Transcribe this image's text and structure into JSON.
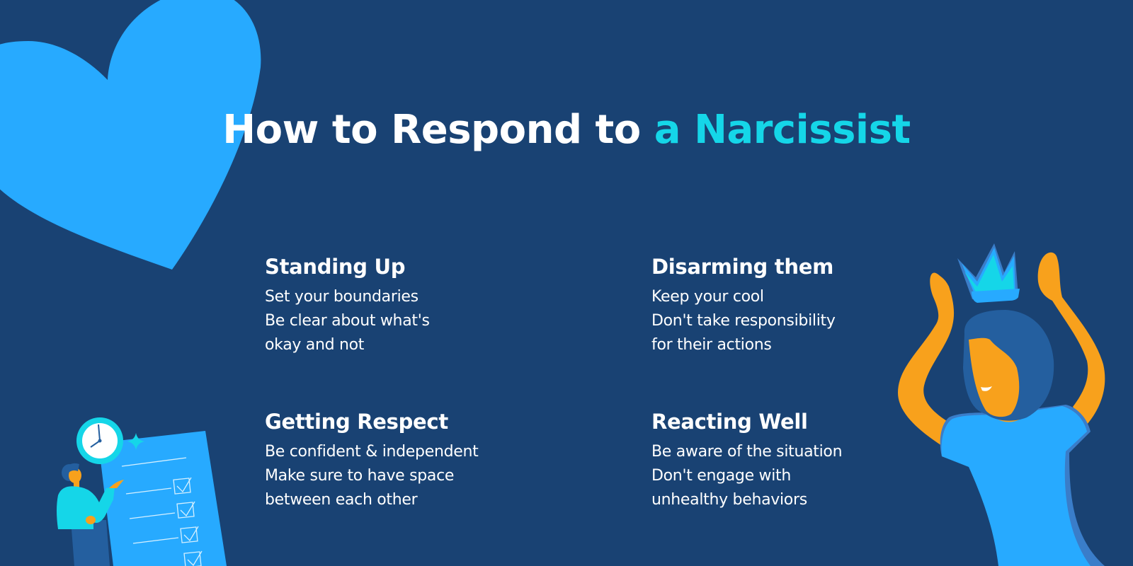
{
  "title": {
    "main": "How to Respond to",
    "accent": "a Narcissist"
  },
  "colors": {
    "background": "#194273",
    "heart": "#27aaff",
    "accent": "#15d6e8",
    "skin": "#f8a11c",
    "hair": "#245f9f",
    "shirt": "#27aaff",
    "text": "#ffffff"
  },
  "cards": [
    {
      "heading": "Standing Up",
      "lines": [
        "Set your boundaries",
        "Be clear about what's",
        "okay and not"
      ]
    },
    {
      "heading": "Disarming them",
      "lines": [
        "Keep your cool",
        "Don't take responsibility",
        "for their actions"
      ]
    },
    {
      "heading": "Getting Respect",
      "lines": [
        "Be confident & independent",
        "Make sure to have space",
        "between each other"
      ]
    },
    {
      "heading": "Reacting Well",
      "lines": [
        "Be aware of the situation",
        "Don't engage with",
        "unhealthy behaviors"
      ]
    }
  ],
  "illustrations": {
    "top_left": "heart-icon",
    "bottom_left": "woman-with-checklist-and-clock",
    "right": "woman-with-crown"
  }
}
